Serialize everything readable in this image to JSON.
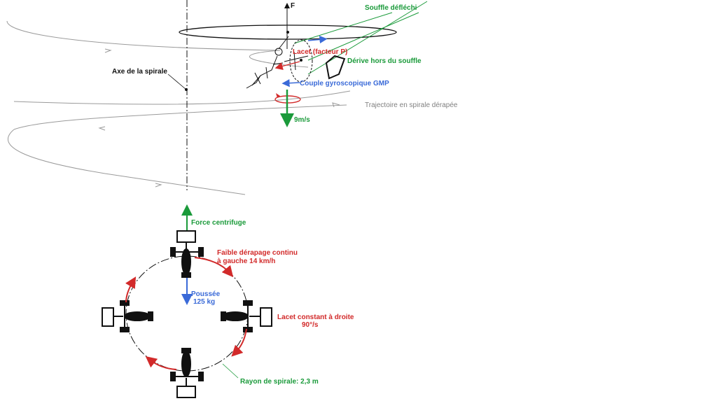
{
  "labels": {
    "souffle_deflechi": "Souffle défléchi",
    "force_f": "F",
    "axe_spirale": "Axe de la spirale",
    "lacet_facteur_p": "Lacet (facteur P)",
    "derive_hors_souffle": "Dérive hors du souffle",
    "couple_gyroscopique": "Couple gyroscopique GMP",
    "trajectoire": "Trajectoire en spirale  dérapée",
    "vitesse_descente": "9m/s",
    "force_centrifuge": "Force centrifuge",
    "derapage_line1": "Faible dérapage continu",
    "derapage_line2": "à gauche  14 km/h",
    "poussee_line1": "Poussée",
    "poussee_line2": "125 kg",
    "lacet_constant_line1": "Lacet constant à droite",
    "lacet_constant_line2": "90°/s",
    "rayon_spirale": "Rayon de spirale:  2,3 m"
  },
  "colors": {
    "text": "#111111",
    "green": "#1a9a3a",
    "red": "#d22a2a",
    "blue": "#3a6ad8",
    "gray": "#808080",
    "spiral": "#9a9a9a"
  }
}
